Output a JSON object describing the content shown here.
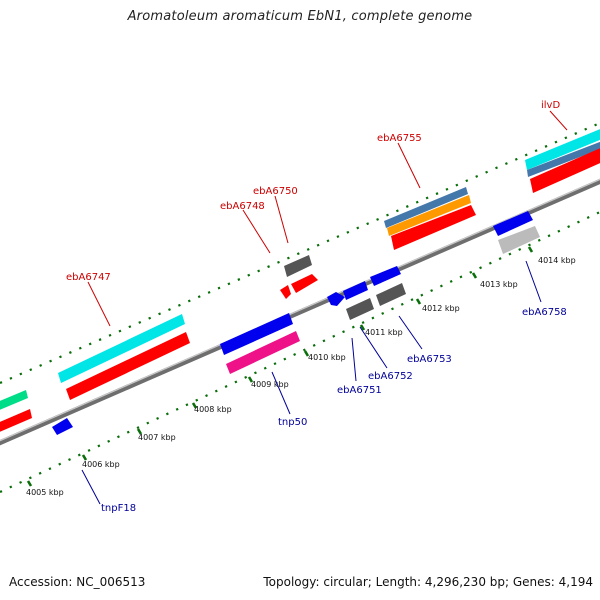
{
  "title": "Aromatoleum aromaticum EbN1, complete genome",
  "footer": {
    "accession": "Accession: NC_006513",
    "summary": "Topology: circular; Length: 4,296,230 bp; Genes: 4,194"
  },
  "ticks": [
    "4005 kbp",
    "4006 kbp",
    "4007 kbp",
    "4008 kbp",
    "4009 kbp",
    "4010 kbp",
    "4011 kbp",
    "4012 kbp",
    "4013 kbp",
    "4014 kbp"
  ],
  "upper_labels": [
    "ebA6747",
    "ebA6748",
    "ebA6750",
    "ebA6755",
    "ilvD"
  ],
  "lower_labels": [
    "tnpF18",
    "tnp50",
    "ebA6751",
    "ebA6752",
    "ebA6753",
    "ebA6758"
  ],
  "colors": {
    "upper_label": "#cc0000",
    "lower_label": "#000099",
    "backbone": "#888888",
    "dots": "#006600",
    "cds_red": "#ff0000",
    "cyan": "#00e5e5",
    "steel": "#4477aa",
    "orange": "#ff9900",
    "magenta": "#ee1188",
    "blue": "#0000ee",
    "gray": "#666666",
    "silver": "#bbbbbb",
    "green": "#00dd88"
  }
}
